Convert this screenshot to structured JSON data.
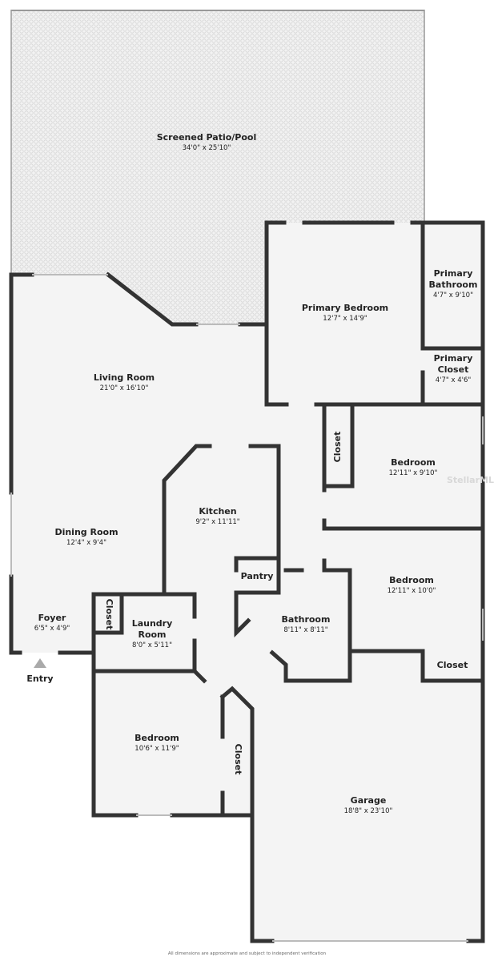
{
  "rooms": [
    {
      "name": "Screened Patio/Pool",
      "dims": "34'0\" x 25'10\""
    },
    {
      "name": "Primary Bedroom",
      "dims": "12'7\" x 14'9\""
    },
    {
      "name": "Primary Bathroom",
      "dims": "4'7\" x 9'10\""
    },
    {
      "name": "Primary Closet",
      "dims": "4'7\" x 4'6\""
    },
    {
      "name": "Living Room",
      "dims": "21'0\" x 16'10\""
    },
    {
      "name": "Closet"
    },
    {
      "name": "Bedroom",
      "dims": "12'11\" x 9'10\""
    },
    {
      "name": "Kitchen",
      "dims": "9'2\" x 11'11\""
    },
    {
      "name": "Dining Room",
      "dims": "12'4\" x 9'4\""
    },
    {
      "name": "Pantry"
    },
    {
      "name": "Bedroom",
      "dims": "12'11\" x 10'0\""
    },
    {
      "name": "Closet"
    },
    {
      "name": "Foyer",
      "dims": "6'5\" x 4'9\""
    },
    {
      "name": "Laundry Room",
      "dims": "8'0\" x 5'11\""
    },
    {
      "name": "Bathroom",
      "dims": "8'11\" x 8'11\""
    },
    {
      "name": "Closet"
    },
    {
      "name": "Bedroom",
      "dims": "10'6\" x 11'9\""
    },
    {
      "name": "Closet"
    },
    {
      "name": "Garage",
      "dims": "18'8\" x 23'10\""
    }
  ],
  "entry_label": "Entry",
  "watermark": "StellarMLS",
  "disclaimer": "All dimensions are approximate and subject to independent verification",
  "colors": {
    "wall": "#333333",
    "floor": "#f4f4f4",
    "patio": "#e6e6e6",
    "entry_marker": "#aaaaaa"
  }
}
